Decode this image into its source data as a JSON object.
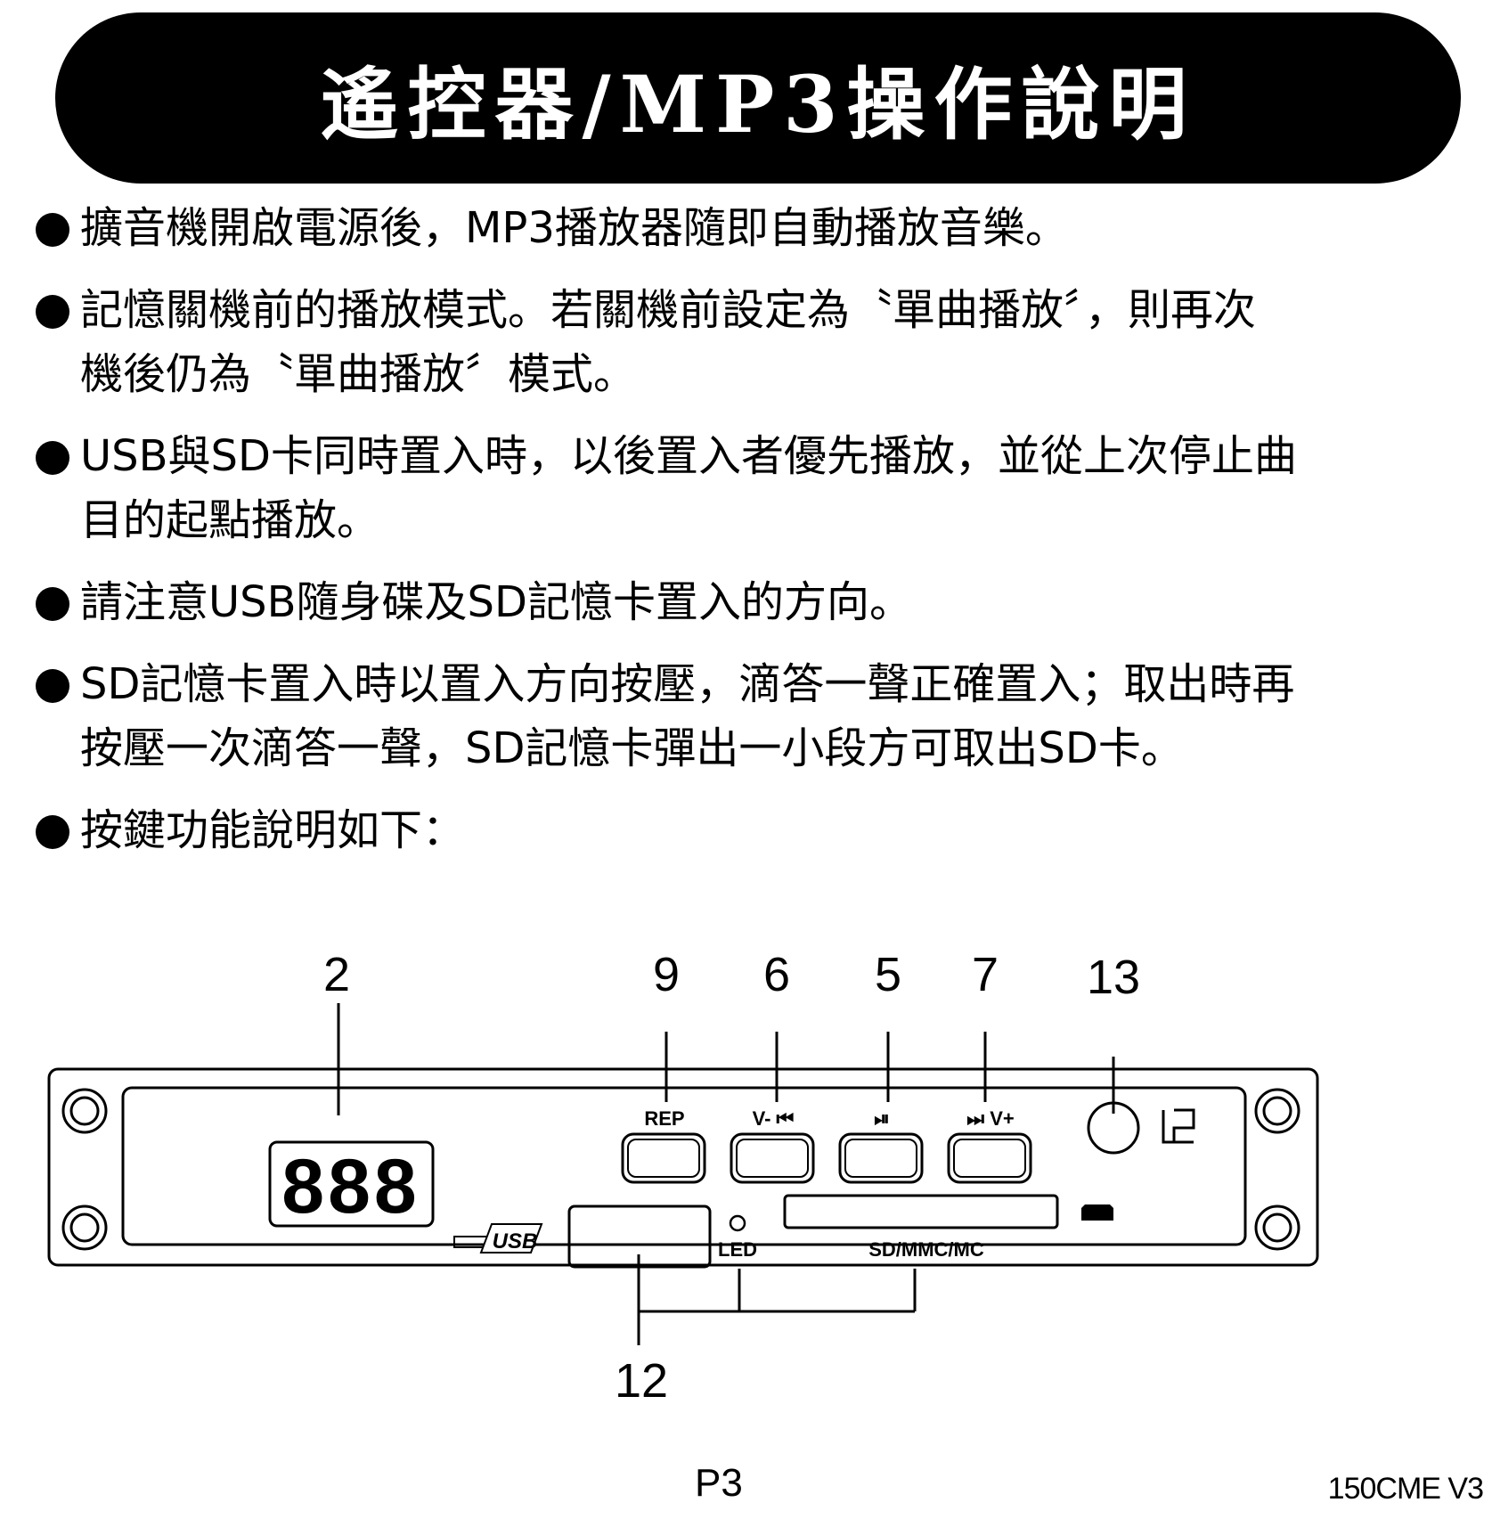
{
  "title": "遙控器/MP3操作說明",
  "bullets": [
    {
      "lines": [
        "擴音機開啟電源後，MP3播放器隨即自動播放音樂。"
      ]
    },
    {
      "lines": [
        "記憶關機前的播放模式。若關機前設定為〝單曲播放〞，則再次",
        "機後仍為〝單曲播放〞模式。"
      ]
    },
    {
      "lines": [
        "USB與SD卡同時置入時，以後置入者優先播放，並從上次停止曲",
        "目的起點播放。"
      ]
    },
    {
      "lines": [
        "請注意USB隨身碟及SD記憶卡置入的方向。"
      ]
    },
    {
      "lines": [
        "SD記憶卡置入時以置入方向按壓，滴答一聲正確置入；取出時再",
        "按壓一次滴答一聲，SD記憶卡彈出一小段方可取出SD卡。"
      ]
    },
    {
      "lines": [
        "按鍵功能說明如下："
      ]
    }
  ],
  "diagram": {
    "callouts": [
      "2",
      "9",
      "6",
      "5",
      "7",
      "13",
      "12"
    ],
    "display_digits": "888",
    "buttons": {
      "rep": "REP",
      "prev": "V-  ⏮",
      "play": "⏯",
      "next": "⏭  V+"
    },
    "labels": {
      "led": "LED",
      "sd_slot": "SD/MMC/MC",
      "usb_logo": "USB"
    }
  },
  "footer": {
    "page": "P3",
    "model": "150CME V3"
  }
}
